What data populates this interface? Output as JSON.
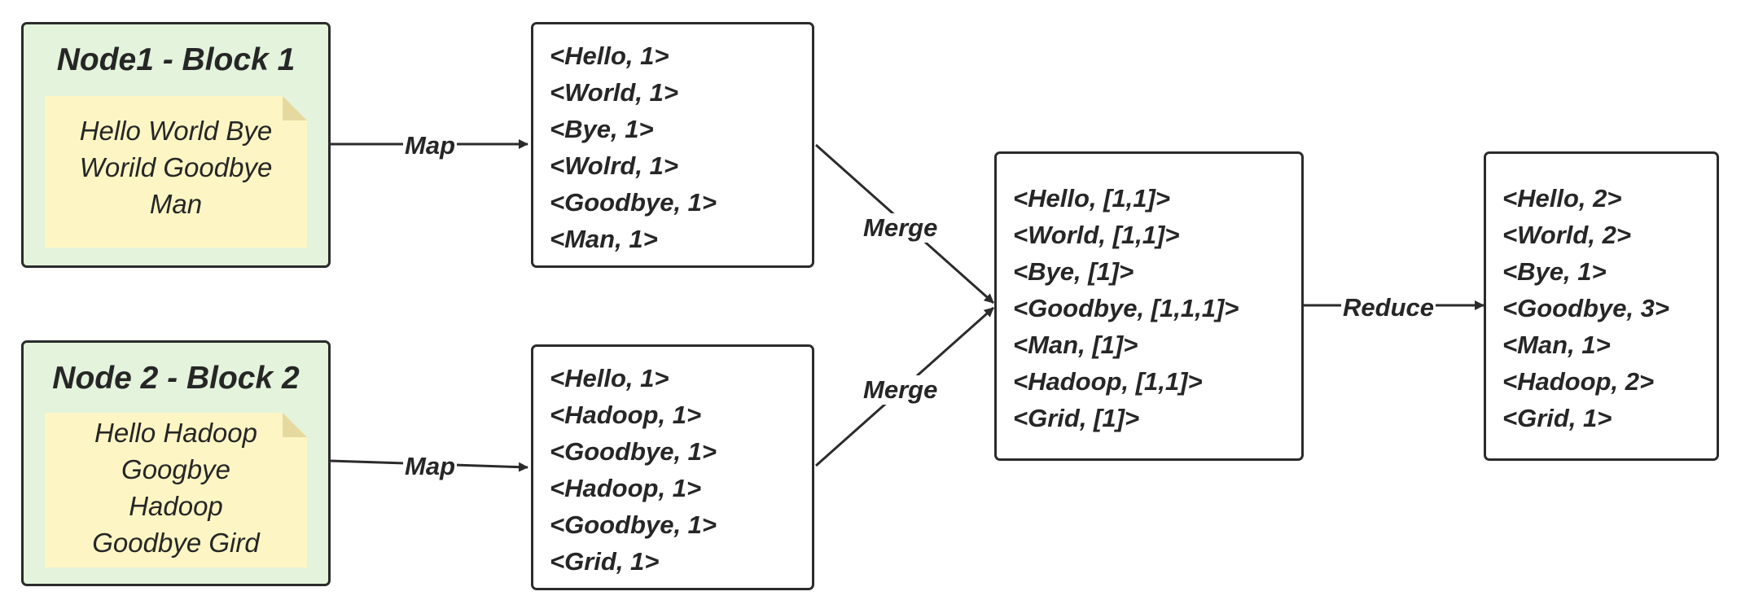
{
  "nodes": [
    {
      "title": "Node1 - Block 1",
      "note_lines": [
        "Hello World Bye",
        "Worild Goodbye",
        "Man"
      ]
    },
    {
      "title": "Node 2 - Block 2",
      "note_lines": [
        "Hello Hadoop",
        "Googbye",
        "Hadoop",
        "Goodbye Gird"
      ]
    }
  ],
  "map_outputs": [
    {
      "pairs": [
        "<Hello, 1>",
        "<World, 1>",
        "<Bye, 1>",
        "<Wolrd, 1>",
        "<Goodbye, 1>",
        "<Man, 1>"
      ]
    },
    {
      "pairs": [
        "<Hello, 1>",
        "<Hadoop, 1>",
        "<Goodbye, 1>",
        "<Hadoop, 1>",
        "<Goodbye, 1>",
        "<Grid, 1>"
      ]
    }
  ],
  "merged": {
    "pairs": [
      "<Hello, [1,1]>",
      "<World, [1,1]>",
      "<Bye, [1]>",
      "<Goodbye, [1,1,1]>",
      "<Man, [1]>",
      "<Hadoop, [1,1]>",
      "<Grid, [1]>"
    ]
  },
  "reduced": {
    "pairs": [
      "<Hello, 2>",
      "<World, 2>",
      "<Bye, 1>",
      "<Goodbye, 3>",
      "<Man, 1>",
      "<Hadoop, 2>",
      "<Grid, 1>"
    ]
  },
  "edges": {
    "map_1": "Map",
    "map_2": "Map",
    "merge_1": "Merge",
    "merge_2": "Merge",
    "reduce": "Reduce"
  },
  "colors": {
    "node_fill": "#e4f3dc",
    "note_fill": "#fdf6c4",
    "stroke": "#2b2b2b",
    "text": "#262626"
  }
}
